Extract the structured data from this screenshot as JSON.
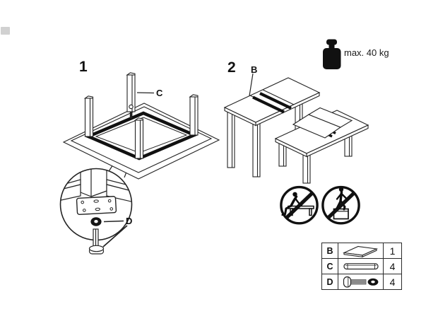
{
  "document": {
    "type": "furniture-assembly-instructions"
  },
  "steps": {
    "step1": {
      "number": "1",
      "leg_label": "C",
      "hardware_label": "D"
    },
    "step2": {
      "number": "2",
      "leaf_label": "B"
    }
  },
  "weight_limit": {
    "label": "max. 40 kg"
  },
  "warning_icons": [
    {
      "name": "no-sitting-on-table-icon"
    },
    {
      "name": "no-standing-on-table-icon"
    }
  ],
  "parts_list": {
    "rows": [
      {
        "part": "B",
        "icon": "leaf-panel-icon",
        "qty": "1"
      },
      {
        "part": "C",
        "icon": "table-leg-icon",
        "qty": "4"
      },
      {
        "part": "D",
        "icon": "bolt-and-washer-icon",
        "qty": "4"
      }
    ]
  },
  "colors": {
    "line": "#1a1a1a",
    "background": "#ffffff",
    "bolt_shaft": "#9b9b9b"
  }
}
